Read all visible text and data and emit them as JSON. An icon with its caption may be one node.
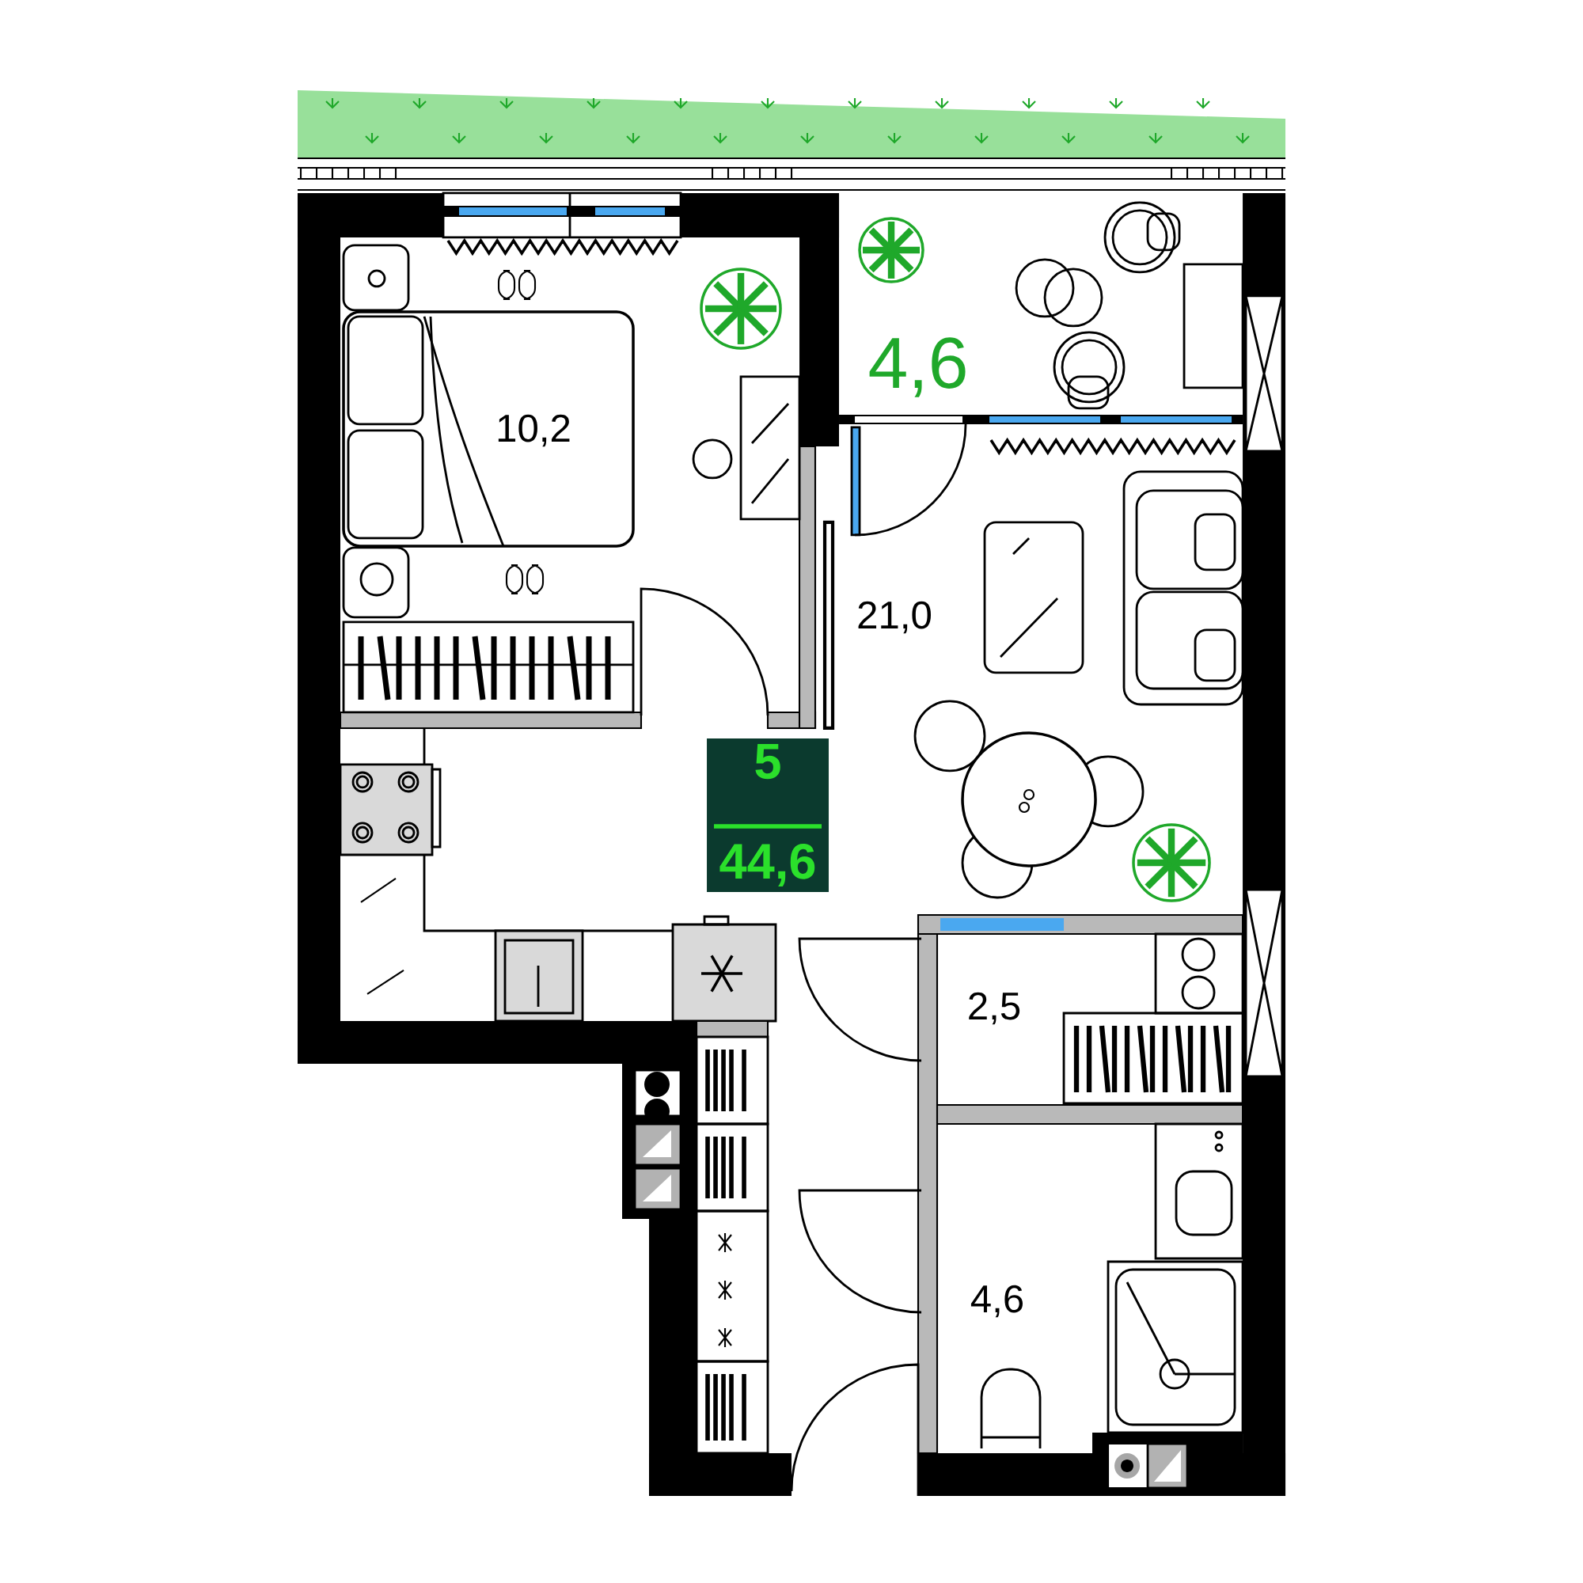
{
  "diagram": {
    "nodes": [
      {
        "text": [
          "5",
          "44,6"
        ]
      }
    ],
    "labels": [
      "10,2",
      "4,6",
      "21,0",
      "2,5",
      "4,6"
    ]
  }
}
